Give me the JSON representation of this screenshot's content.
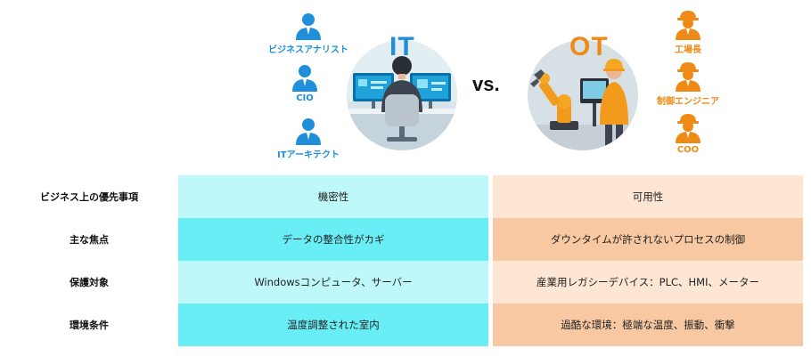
{
  "it": {
    "title": "IT",
    "roles": [
      "ビジネスアナリスト",
      "CIO",
      "ITアーキテクト"
    ]
  },
  "ot": {
    "title": "OT",
    "roles": [
      "工場長",
      "制御エンジニア",
      "COO"
    ]
  },
  "vs_label": "vs.",
  "colors": {
    "it_accent": "#1e8fd8",
    "ot_accent": "#ef8a17",
    "it_cell_light": "#bff8fb",
    "it_cell_dark": "#69eef6",
    "ot_cell_light": "#fde6d3",
    "ot_cell_dark": "#f7c8a1"
  },
  "icons": {
    "it_role": "user-icon",
    "ot_role": "hardhat-worker-icon"
  },
  "table": {
    "rows": [
      {
        "label": "ビジネス上の優先事項",
        "it": "機密性",
        "ot": "可用性"
      },
      {
        "label": "主な焦点",
        "it": "データの整合性がカギ",
        "ot": "ダウンタイムが許されないプロセスの制御"
      },
      {
        "label": "保護対象",
        "it": "Windowsコンピュータ、サーバー",
        "ot": "産業用レガシーデバイス：PLC、HMI、メーター"
      },
      {
        "label": "環境条件",
        "it": "温度調整された室内",
        "ot": "過酷な環境：極端な温度、振動、衝撃"
      }
    ]
  }
}
